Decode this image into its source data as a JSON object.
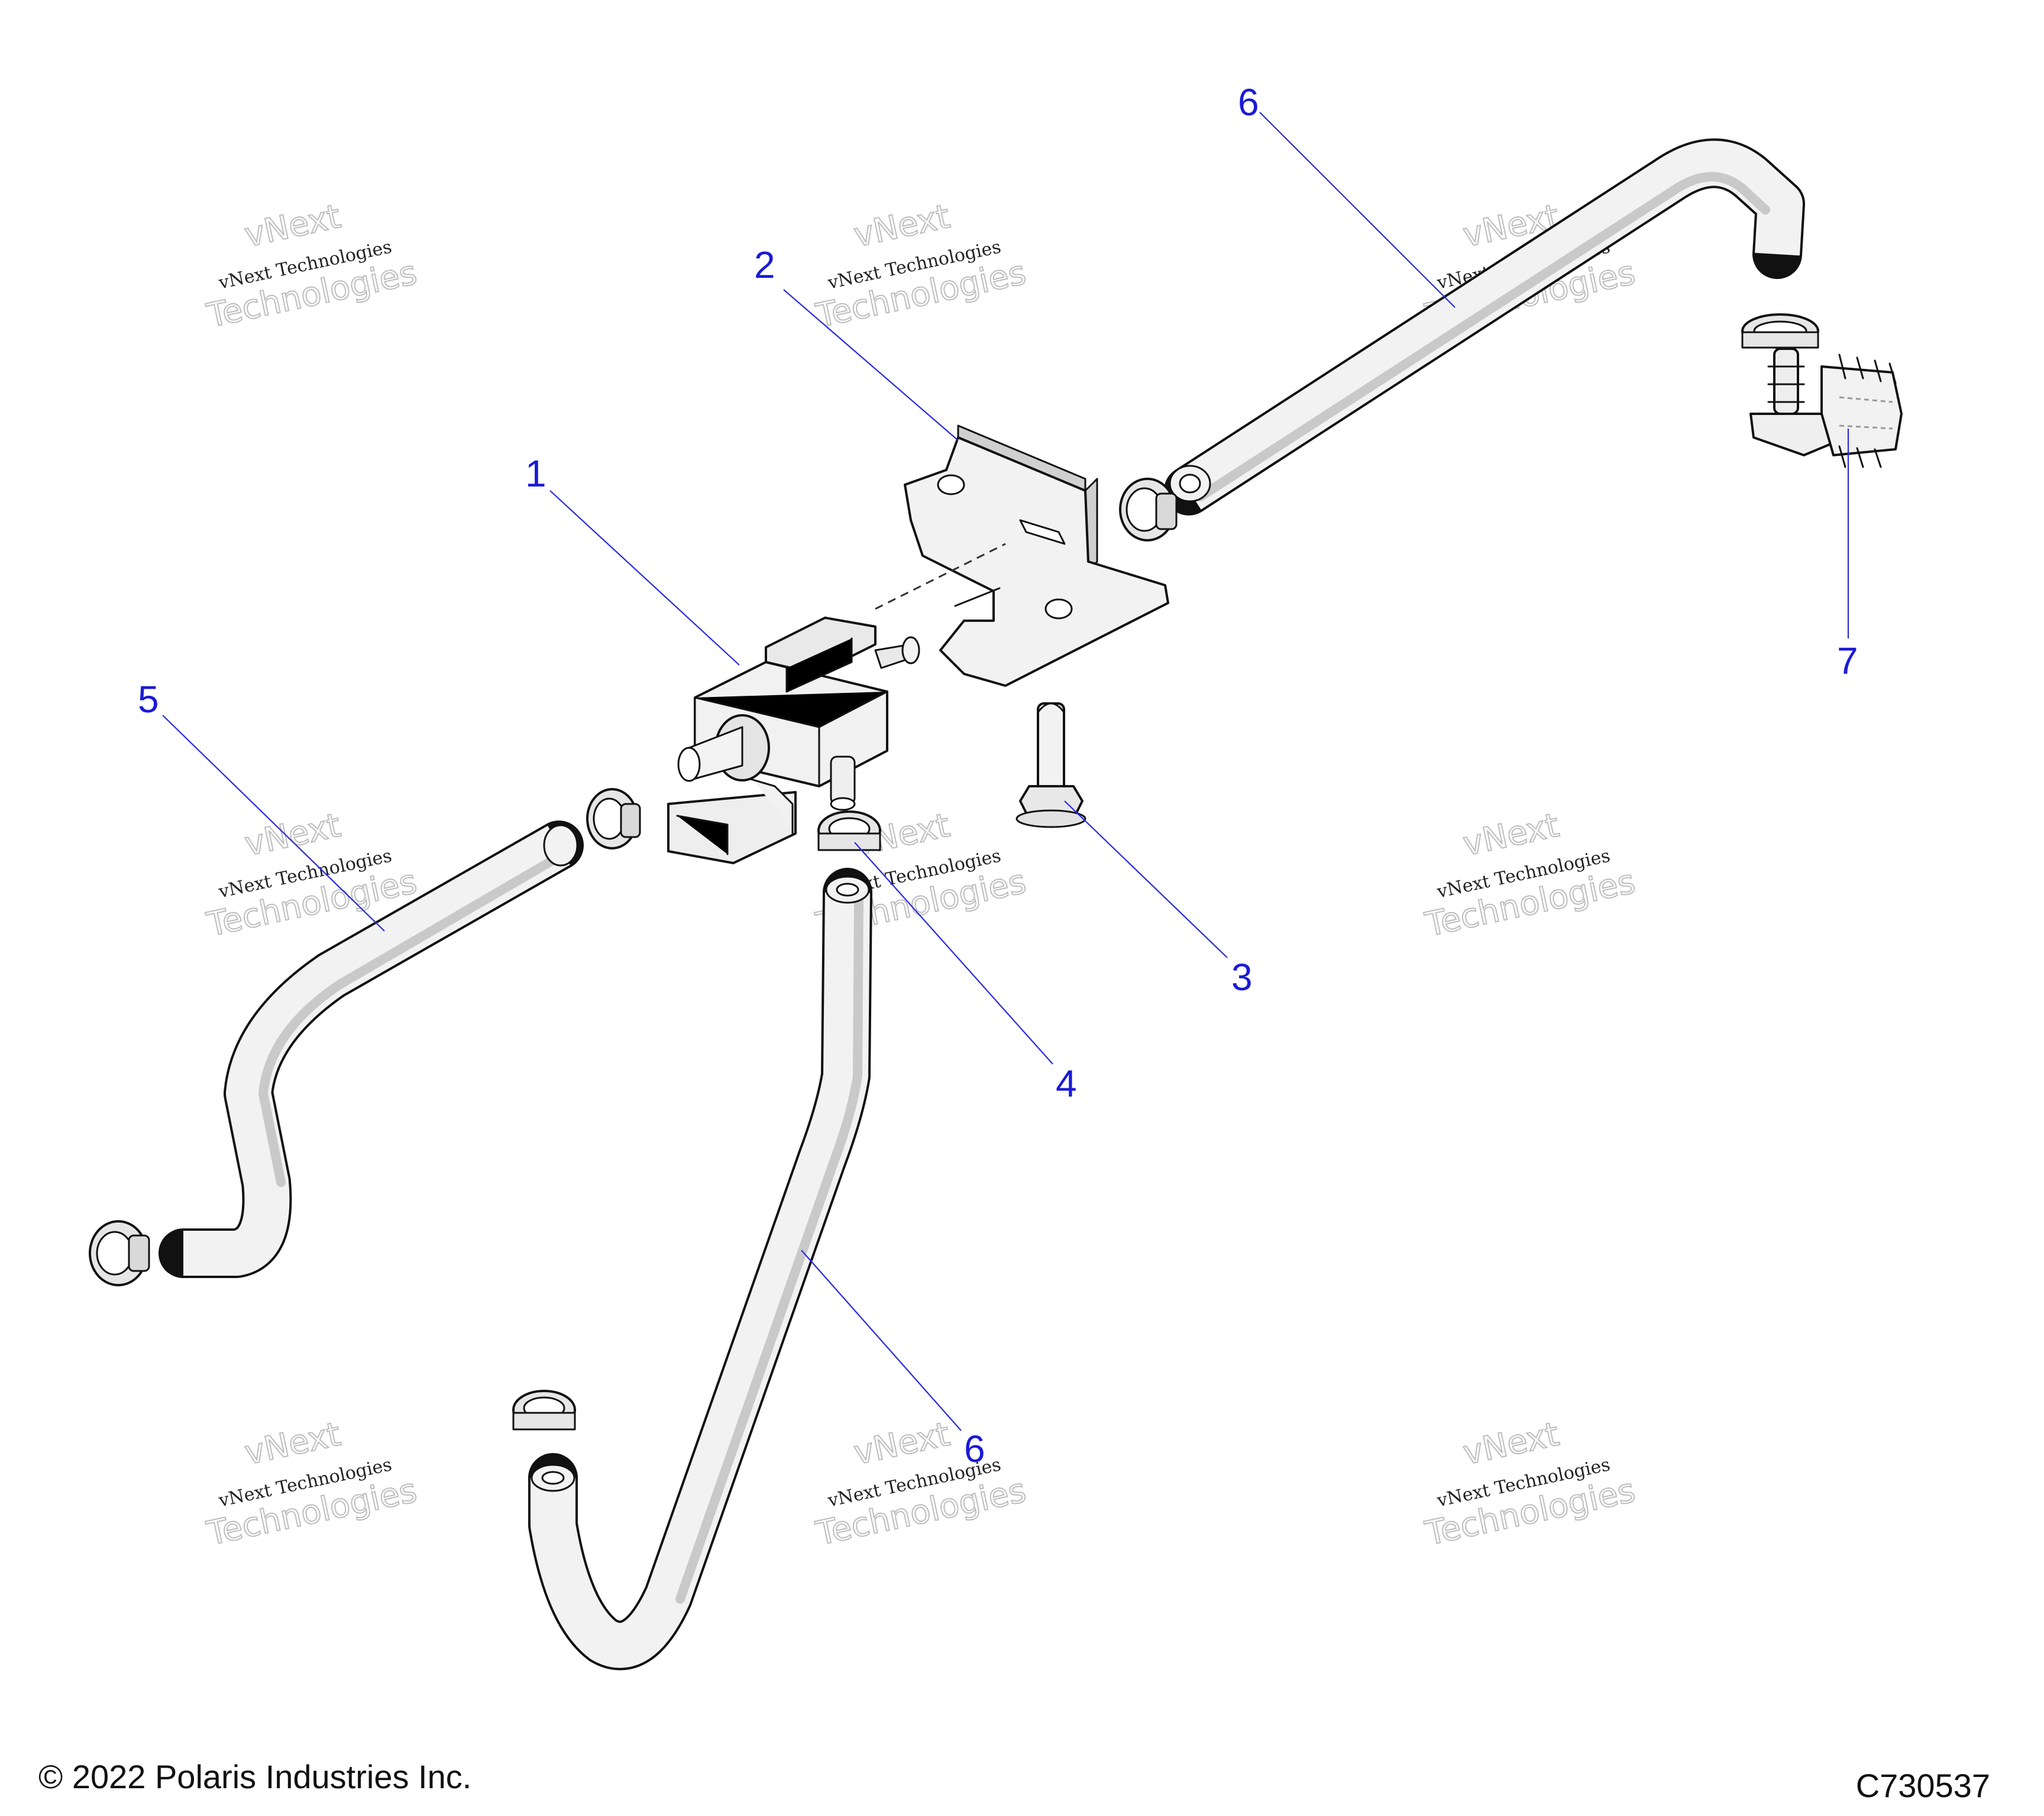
{
  "callouts": {
    "c1": "1",
    "c2": "2",
    "c3": "3",
    "c4": "4",
    "c5": "5",
    "c6a": "6",
    "c6b": "6",
    "c7": "7"
  },
  "watermark": {
    "line1": "vNext Technologies",
    "line2": "vNext",
    "line3": "Technologies"
  },
  "footer": {
    "copyright": "© 2022 Polaris Industries Inc.",
    "figure_code": "C730537"
  },
  "colors": {
    "callout": "#1a1ad6",
    "part_fill": "#f2f2f2",
    "part_shade": "#c9c9c9",
    "outline": "#111111"
  }
}
